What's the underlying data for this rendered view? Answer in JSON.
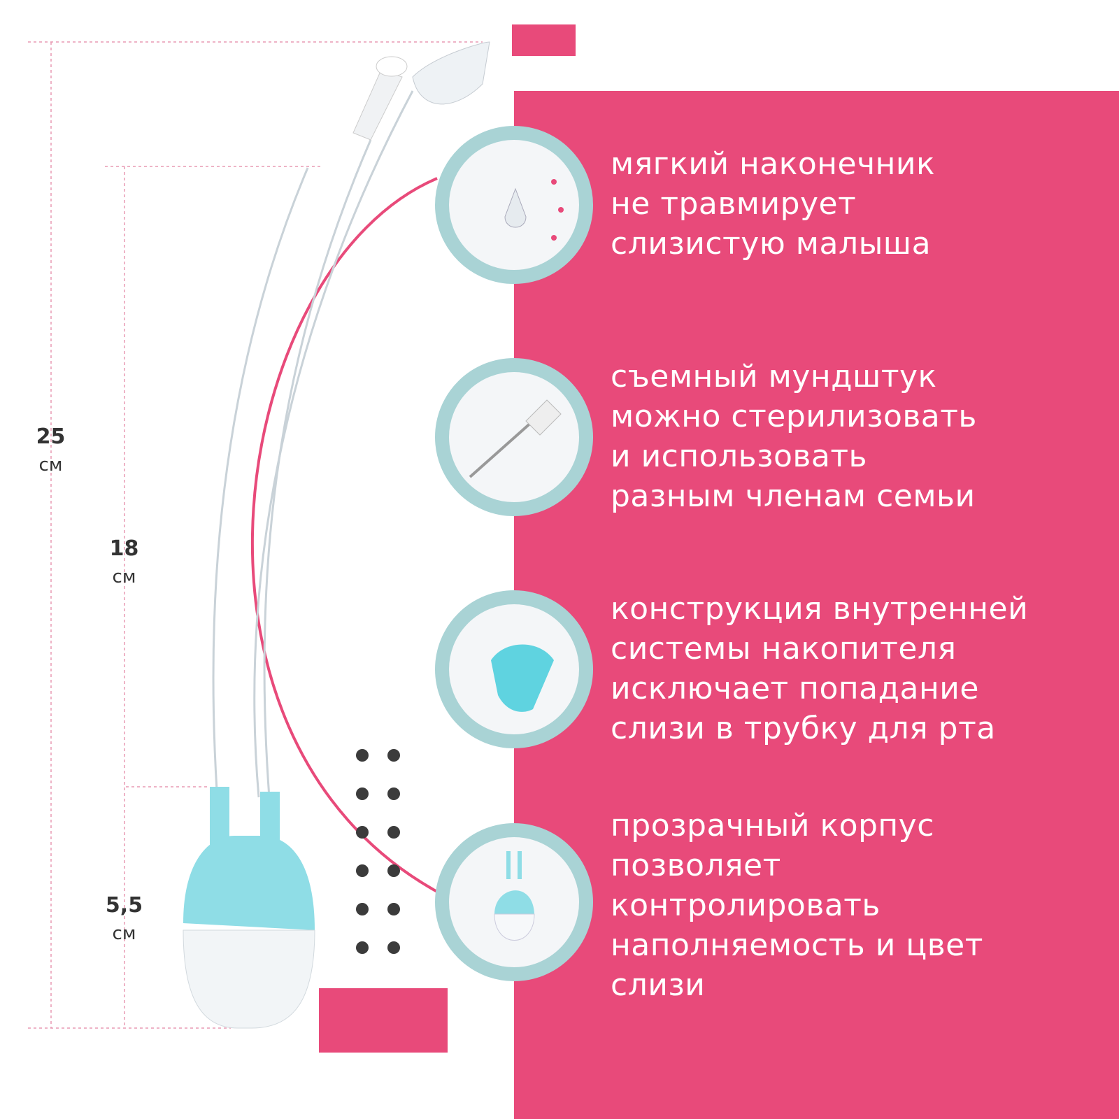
{
  "colors": {
    "accent": "#e84a7a",
    "ring": "#a9d3d5",
    "product": "#8fdde6"
  },
  "dimensions": [
    {
      "value": "25",
      "unit": "см"
    },
    {
      "value": "18",
      "unit": "см"
    },
    {
      "value": "5,5",
      "unit": "см"
    }
  ],
  "features": [
    {
      "text": "мягкий наконечник\nне травмирует\nслизистую малыша"
    },
    {
      "text": "съемный мундштук\nможно стерилизовать\nи использовать\nразным членам семьи"
    },
    {
      "text": "конструкция внутренней\nсистемы накопителя\nисключает попадание\nслизи в трубку для рта"
    },
    {
      "text": "прозрачный корпус\nпозволяет\nконтролировать\nнаполняемость и цвет\nслизи"
    }
  ]
}
